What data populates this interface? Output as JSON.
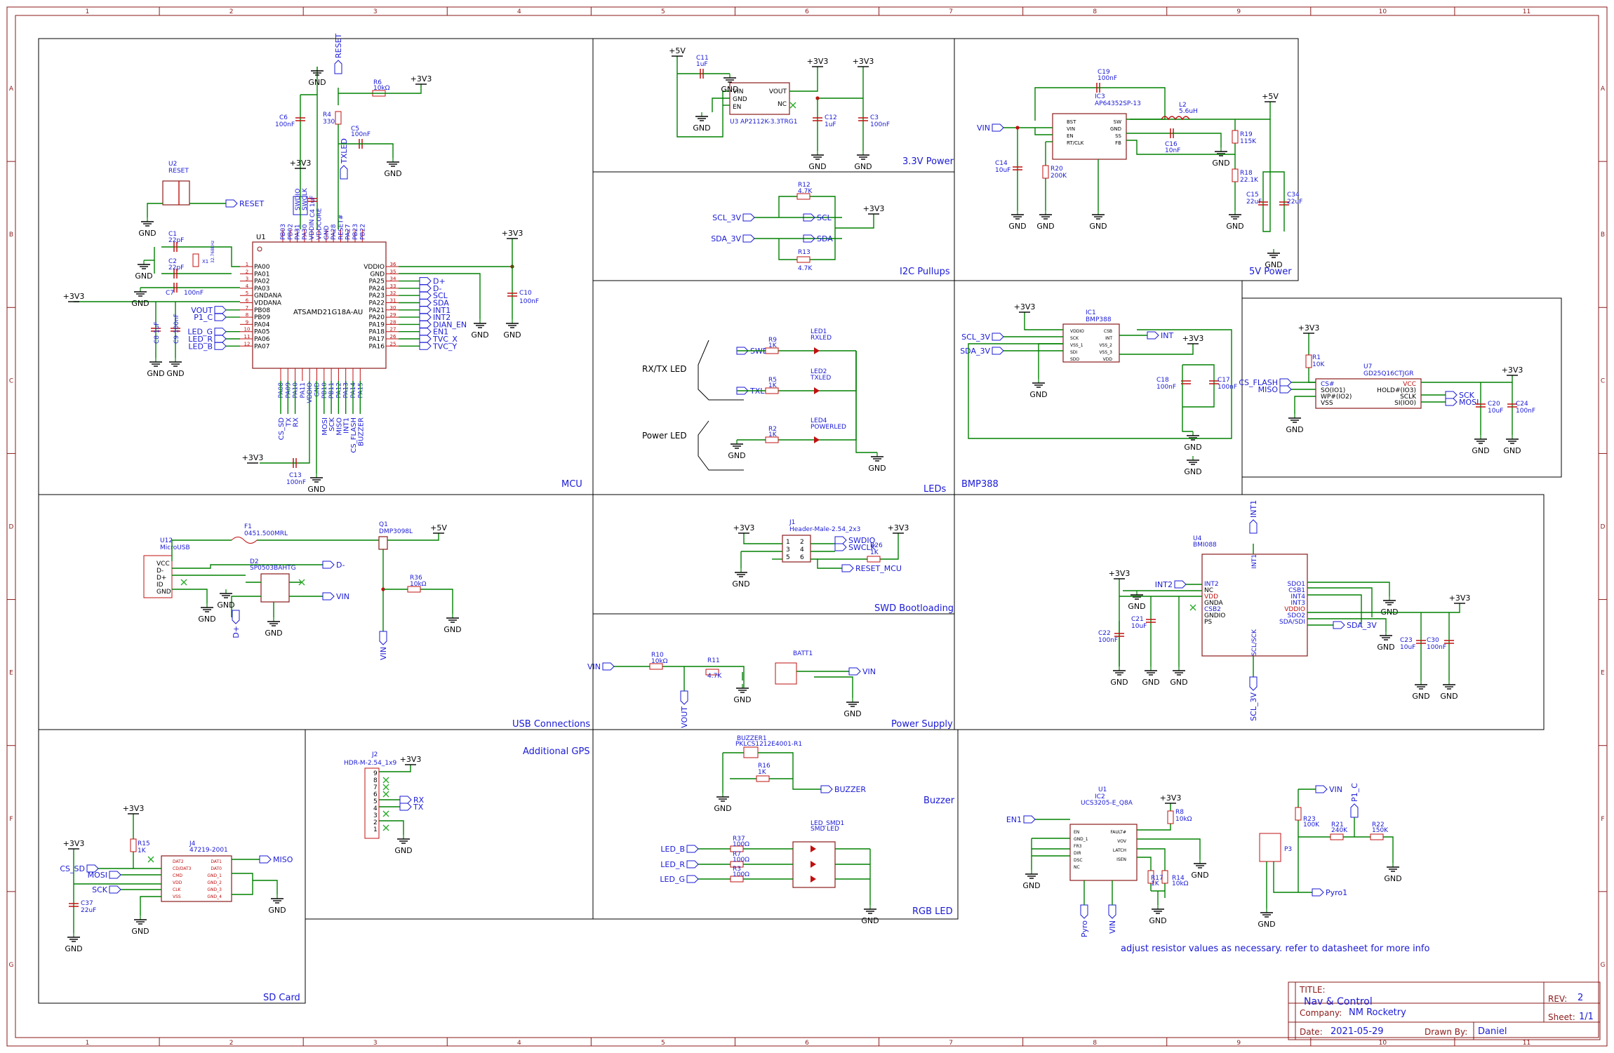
{
  "frame": {
    "columns": [
      "1",
      "2",
      "3",
      "4",
      "5",
      "6",
      "7",
      "8",
      "9",
      "10",
      "11"
    ],
    "rows": [
      "A",
      "B",
      "C",
      "D",
      "E",
      "F",
      "G"
    ]
  },
  "sections": {
    "mcu": "MCU",
    "power33": "3.3V Power",
    "power5": "5V Power",
    "i2c": "I2C Pullups",
    "leds": "LEDs",
    "bmp": "BMP388",
    "usb": "USB Connections",
    "swd": "SWD Bootloading",
    "supply": "Power Supply",
    "gps": "Additional GPS",
    "buzzer": "Buzzer",
    "rgb": "RGB LED",
    "sd": "SD Card"
  },
  "note": "adjust resistor values as necessary. refer to datasheet for more info",
  "title_block": {
    "title_label": "TITLE:",
    "title": "Nav & Control",
    "rev_label": "REV:",
    "rev": "2",
    "company_label": "Company:",
    "company": "NM Rocketry",
    "sheet_label": "Sheet:",
    "sheet": "1/1",
    "date_label": "Date:",
    "date": "2021-05-29",
    "drawn_label": "Drawn By:",
    "drawn": "Daniel"
  },
  "mcu": {
    "ref": "U1",
    "part": "ATSAMD21G18A-AU",
    "left_pins": [
      "PA00",
      "PA01",
      "PA02",
      "PA03",
      "GNDANA",
      "VDDANA",
      "PB08",
      "PB09",
      "PA04",
      "PA05",
      "PA06",
      "PA07"
    ],
    "right_pins": [
      "VDDIO",
      "GND",
      "PA25",
      "PA24",
      "PA23",
      "PA22",
      "PA21",
      "PA20",
      "PA19",
      "PA18",
      "PA17",
      "PA16"
    ],
    "right_nums": [
      "36",
      "35",
      "34",
      "33",
      "32",
      "31",
      "30",
      "29",
      "28",
      "27",
      "26",
      "25"
    ],
    "right_nets": [
      "",
      "",
      "D+",
      "D-",
      "SCL",
      "SDA",
      "INT1",
      "INT2",
      "DIAN_EN",
      "EN1",
      "TVC_X",
      "TVC_Y"
    ],
    "left_nets": [
      "",
      "",
      "",
      "",
      "",
      "",
      "VOUT",
      "P1_C",
      "",
      "LED_G",
      "LED_R",
      "LED_B"
    ],
    "top_pins": [
      "PB03",
      "PB02",
      "PA31",
      "PA30",
      "VDDIN",
      "VDDCORE",
      "GND",
      "PA28",
      "RESET#",
      "PA27",
      "PB23",
      "PB22"
    ],
    "bottom_pins": [
      "PA08",
      "PA09",
      "PA10",
      "PA11",
      "VDDIO",
      "GND",
      "PB10",
      "PB11",
      "PA12",
      "PA13",
      "PA14",
      "PA15"
    ],
    "bottom_nets": [
      "CS_SD",
      "TX",
      "RX",
      "",
      "",
      "",
      "MOSI",
      "SCK",
      "MISO",
      "INT1",
      "CS_FLASH",
      "BUZZER"
    ],
    "top_nets": [
      "SWDIO",
      "SWCLK",
      "TXLED",
      "RESET"
    ],
    "u2": "U2",
    "u2_name": "RESET",
    "reset_net": "RESET",
    "c1": "C1",
    "c1v": "22pF",
    "c2": "C2",
    "c2v": "22pF",
    "x1": "X1",
    "x1v": "32.768kHz",
    "c7": "C7",
    "c7v": "100nF",
    "c8": "C8",
    "c8v": "1uF",
    "c9": "C9",
    "c9v": "100nF",
    "c6": "C6",
    "c6v": "100nF",
    "c5": "C5",
    "c5v": "100nF",
    "c4": "C4",
    "c4v": "1uF",
    "r4": "R4",
    "r4v": "330",
    "r6": "R6",
    "r6v": "10kΩ",
    "c10": "C10",
    "c10v": "100nF",
    "c13": "C13",
    "c13v": "100nF"
  },
  "p33": {
    "c11": "C11",
    "c11v": "1uF",
    "u3": "U3",
    "u3_part": "AP2112K-3.3TRG1",
    "pins_l": [
      "VIN",
      "GND",
      "EN"
    ],
    "pins_r": [
      "VOUT",
      "NC"
    ],
    "c12": "C12",
    "c12v": "1uF",
    "c3": "C3",
    "c3v": "100nF"
  },
  "p5": {
    "c19": "C19",
    "c19v": "100nF",
    "ic3": "IC3",
    "ic3_part": "AP64352SP-13",
    "l2": "L2",
    "l2v": "5.6uH",
    "ic_pins_l": [
      "BST",
      "VIN",
      "EN",
      "RT/CLK"
    ],
    "ic_pins_r": [
      "SW",
      "GND",
      "SS",
      "FB"
    ],
    "c16": "C16",
    "c16v": "10nF",
    "r19": "R19",
    "r19v": "115K",
    "r18": "R18",
    "r18v": "22.1K",
    "c14": "C14",
    "c14v": "10uF",
    "r20": "R20",
    "r20v": "200K",
    "c15": "C15",
    "c15v": "22uF",
    "c34": "C34",
    "c34v": "22uF",
    "vin": "VIN"
  },
  "i2c": {
    "r12": "R12",
    "r12v": "4.7K",
    "r13": "R13",
    "r13v": "4.7K",
    "scl_in": "SCL_3V",
    "sda_in": "SDA_3V",
    "scl": "SCL",
    "sda": "SDA"
  },
  "leds": {
    "rxtx_label": "RX/TX LED",
    "power_label": "Power LED",
    "n1": "SWDIO",
    "n2": "TXLED",
    "r9": "R9",
    "r9v": "1K",
    "r5": "R5",
    "r5v": "1K",
    "r2": "R2",
    "r2v": "1K",
    "led1": "LED1",
    "led1n": "RXLED",
    "led2": "LED2",
    "led2n": "TXLED",
    "led4": "LED4",
    "led4n": "POWERLED"
  },
  "bmp": {
    "ic1": "IC1",
    "ic1_part": "BMP388",
    "pins_l": [
      "VDDIO",
      "SCK",
      "VSS_1",
      "SDI",
      "SDO"
    ],
    "pins_r": [
      "CSB",
      "INT",
      "VSS_2",
      "VSS_3",
      "VDD"
    ],
    "scl": "SCL_3V",
    "sda": "SDA_3V",
    "int": "INT",
    "c18": "C18",
    "c18v": "100nF",
    "c17": "C17",
    "c17v": "100nF"
  },
  "flash": {
    "r1": "R1",
    "r1v": "10K",
    "u7": "U7",
    "u7_part": "GD25Q16CTJGR",
    "pins_l": [
      "CS#",
      "SO(IO1)",
      "WP#(IO2)",
      "VSS"
    ],
    "pins_r": [
      "VCC",
      "HOLD#(IO3)",
      "SCLK",
      "SI(IO0)"
    ],
    "cs": "CS_FLASH",
    "miso": "MISO",
    "sck": "SCK",
    "mosi": "MOSI",
    "c20": "C20",
    "c20v": "10uF",
    "c24": "C24",
    "c24v": "100nF"
  },
  "usb": {
    "u12": "U12",
    "u12_part": "MicroUSB",
    "pins": [
      "VCC",
      "D-",
      "D+",
      "ID",
      "GND"
    ],
    "f1": "F1",
    "f1_part": "0451.500MRL",
    "d2": "D2",
    "d2_part": "SP0503BAHTG",
    "q1": "Q1",
    "q1_part": "DMP3098L",
    "r36": "R36",
    "r36v": "10kΩ",
    "dminus": "D-",
    "dplus": "D+",
    "vin": "VIN"
  },
  "swd": {
    "j1": "J1",
    "j1_part": "Header-Male-2.54_2x3",
    "swdio": "SWDIO",
    "swclk": "SWCLK",
    "r26": "R26",
    "r26v": "1K",
    "reset": "RESET_MCU"
  },
  "imu": {
    "u4": "U4",
    "u4_part": "BMI088",
    "pins_l": [
      "INT2",
      "NC",
      "VDD",
      "GNDA",
      "CSB2",
      "GNDIO",
      "PS"
    ],
    "pins_r": [
      "SDO1",
      "CSB1",
      "INT4",
      "INT3",
      "VDDIO",
      "SDO2",
      "SDA/SDI"
    ],
    "int1": "INT1",
    "int2": "INT2",
    "scl": "SCL/SCK",
    "scl3": "SCL_3V",
    "sda3": "SDA_3V",
    "c22": "C22",
    "c22v": "100nF",
    "c21": "C21",
    "c21v": "10uF",
    "c23": "C23",
    "c23v": "10uF",
    "c30": "C30",
    "c30v": "100nF"
  },
  "supply": {
    "r10": "R10",
    "r10v": "10kΩ",
    "r11": "R11",
    "r11v": "4.7K",
    "vin": "VIN",
    "vout": "VOUT",
    "batt": "BATT1"
  },
  "gps": {
    "j2": "J2",
    "j2_part": "HDR-M-2.54_1x9",
    "rx": "RX",
    "tx": "TX"
  },
  "buzzer": {
    "ref": "BUZZER1",
    "part": "PKLCS1212E4001-R1",
    "r16": "R16",
    "r16v": "1K",
    "net": "BUZZER"
  },
  "rgb": {
    "part1": "LED_SMD1",
    "part2": "SMD LED",
    "r37": "R37",
    "r37v": "100Ω",
    "r7": "R7",
    "r7v": "100Ω",
    "r3": "R3",
    "r3v": "100Ω",
    "led_b": "LED_B",
    "led_r": "LED_R",
    "led_g": "LED_G"
  },
  "sd": {
    "j4": "J4",
    "j4_part": "47219-2001",
    "r15": "R15",
    "r15v": "1K",
    "pins_l": [
      "DAT2",
      "CD/DAT3",
      "CMD",
      "VDD",
      "CLK",
      "VSS"
    ],
    "pins_r": [
      "DAT1",
      "DAT0",
      "GND_1",
      "GND_2",
      "GND_3",
      "GND_4"
    ],
    "cs": "CS_SD",
    "mosi": "MOSI",
    "sck": "SCK",
    "miso": "MISO",
    "c37": "C37",
    "c37v": "22uF"
  },
  "pyro": {
    "u1": "U1",
    "ic2": "IC2",
    "ic2_part": "UCS3205-E_Q8A",
    "pins_l": [
      "EN",
      "GND_1",
      "FR3",
      "DIR",
      "DSC",
      "NC"
    ],
    "pins_r": [
      "FAULT#",
      "VOV",
      "LATCH",
      "ISEN"
    ],
    "en1": "EN1",
    "r8": "R8",
    "r8v": "10kΩ",
    "r17": "R17",
    "r17v": "1K",
    "r14": "R14",
    "r14v": "10kΩ",
    "pyro": "Pyro",
    "vin": "VIN",
    "p3": "P3",
    "r23": "R23",
    "r23v": "100K",
    "r21": "R21",
    "r21v": "240K",
    "r22": "R22",
    "r22v": "150K",
    "p1c": "P1_C",
    "pyro1": "Pyro1"
  },
  "nets": {
    "gnd": "GND",
    "v33": "+3V3",
    "v5": "+5V"
  }
}
